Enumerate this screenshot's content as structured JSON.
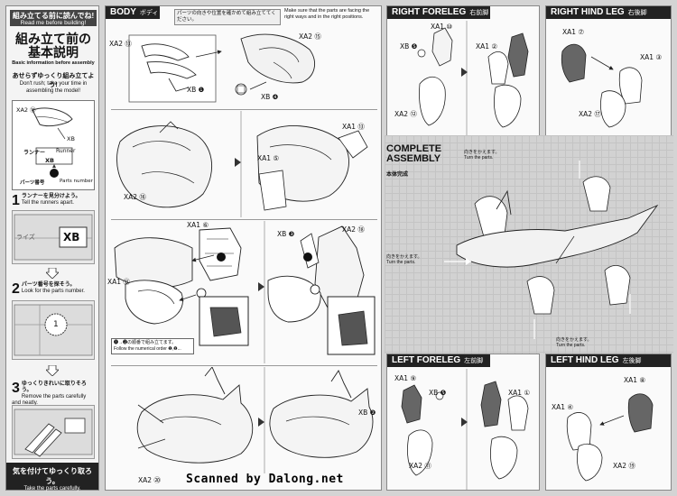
{
  "left": {
    "banner_jp": "組み立てる前に読んでね!",
    "banner_en": "Read me before building!",
    "title_jp_line1": "組み立て前の",
    "title_jp_line2": "基本説明",
    "title_en": "Basic information before assembly",
    "warn_jp": "あせらずゆっくり組み立てよう!",
    "warn_en": "Don't rush; take your time in assembling the model!",
    "example_part": "XA2",
    "example_num": "⑬",
    "example_runner": "XB",
    "runner_jp": "ランナー",
    "runner_en": "Runner",
    "runner_code": "XB",
    "parts_jp": "パーツ番号",
    "parts_en": "Parts number",
    "step1_jp": "ランナーを見分けよう。",
    "step1_en": "Tell the runners apart.",
    "step1_tag": "ライズ",
    "step1_code": "XB",
    "step2_jp": "パーツ番号を探そう。",
    "step2_en": "Look for the parts number.",
    "step2_num": "1",
    "step3_jp": "ゆっくりきれいに取りそろう。",
    "step3_en": "Remove the parts carefully and neatly.",
    "bottom_jp": "気を付けてゆっくり取ろう。",
    "bottom_en": "Take the parts carefully."
  },
  "body": {
    "title": "BODY",
    "title_jp": "ボディ",
    "notice_jp": "パーツの向きや位置を確かめて組み立ててください。",
    "notice_en": "Make sure that the parts are facing the right ways and in the right positions.",
    "labels": {
      "xa2_13": "XA2 ⑬",
      "xb_1": "XB ❶",
      "xa2_15": "XA2 ⑮",
      "xb_4": "XB ❹",
      "xa2_16": "XA2 ⑯",
      "xa1_13": "XA1 ⑬",
      "xa1_5": "XA1 ⑤",
      "xa1_6": "XA1 ⑥",
      "xa1_11": "XA1 ⑪",
      "xb_3": "XB ❸",
      "xa2_18": "XA2 ⑱",
      "xa2_20": "XA2 ⑳",
      "xb_2": "XB ❷"
    },
    "order_note_jp": "❶→❷の順番で組み立てます。",
    "order_note_en": "Follow the numerical order ❶,❷..."
  },
  "right_foreleg": {
    "title": "RIGHT FORELEG",
    "title_jp": "右前脚",
    "xa1_10": "XA1 ⑩",
    "xb_5": "XB ❺",
    "xa1_2": "XA1 ②",
    "xa2_12": "XA2 ⑫"
  },
  "right_hind": {
    "title": "RIGHT HIND LEG",
    "title_jp": "右後脚",
    "xa1_7": "XA1 ⑦",
    "xa1_3": "XA1 ③",
    "xa2_17": "XA2 ⑰"
  },
  "complete": {
    "title_line1": "COMPLETE",
    "title_line2": "ASSEMBLY",
    "title_jp": "本体完成",
    "turn_jp": "向きをかえます。",
    "turn_en": "Turn the parts."
  },
  "left_foreleg": {
    "title": "LEFT FORELEG",
    "title_jp": "左前脚",
    "xa1_9": "XA1 ⑨",
    "xb_5": "XB ❺",
    "xa1_1": "XA1 ①",
    "xa2_11": "XA2 ⑪"
  },
  "left_hind": {
    "title": "LEFT HIND LEG",
    "title_jp": "左後脚",
    "xa1_8": "XA1 ⑧",
    "xa1_4": "XA1 ④",
    "xa2_19": "XA2 ⑲"
  },
  "watermark": "Scanned by Dalong.net"
}
